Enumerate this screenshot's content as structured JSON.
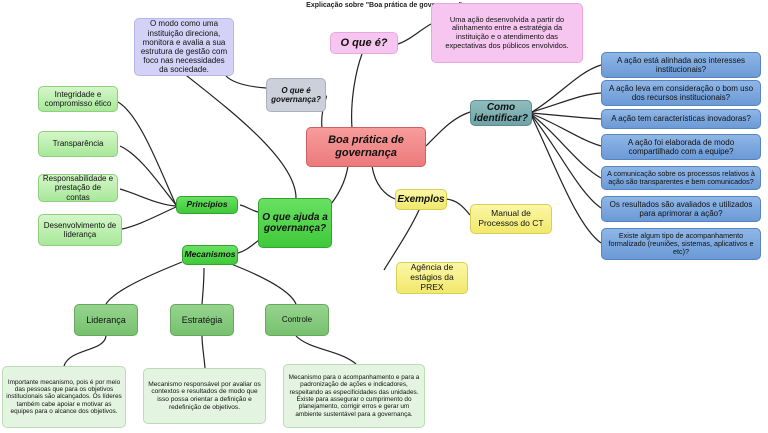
{
  "title": "Explicação sobre \"Boa prática de governança\"",
  "center": "Boa prática de governança",
  "oque_e": {
    "label": "O que é?",
    "definition": "Uma ação desenvolvida a partir do alinhamento entre a estratégia da instituição e o atendimento das expectativas dos públicos envolvidos."
  },
  "oque_e_governanca": {
    "label": "O que é governança?",
    "definition": "O modo como uma instituição direciona, monitora e avalia a sua estrutura de gestão com foco nas necessidades da sociedade."
  },
  "como_identificar": {
    "label": "Como identificar?",
    "questions": [
      "A ação está alinhada aos interesses institucionais?",
      "A ação leva em consideração o bom uso dos recursos institucionais?",
      "A ação tem características inovadoras?",
      "A ação foi elaborada de modo compartilhado com a equipe?",
      "A comunicação sobre os processos relativos à ação são transparentes e bem comunicados?",
      "Os resultados são avaliados e utilizados para aprimorar a ação?",
      "Existe algum tipo de acompanhamento formalizado (reuniões, sistemas, aplicativos e etc)?"
    ]
  },
  "exemplos": {
    "label": "Exemplos",
    "items": [
      "Manual de Processos do CT",
      "Agência de estágios da PREX"
    ]
  },
  "ajuda": {
    "label": "O que ajuda a governança?"
  },
  "principios": {
    "label": "Princípios",
    "items": [
      "Integridade e compromisso ético",
      "Transparência",
      "Responsabilidade e prestação de contas",
      "Desenvolvimento de liderança"
    ]
  },
  "mecanismos": {
    "label": "Mecanismos",
    "items": [
      {
        "name": "Liderança",
        "desc": "Importante mecanismo, pois é por meio das pessoas que para os objetivos institucionais são alcançados. Os líderes também cabe apoiar e motivar as equipes para o alcance dos objetivos."
      },
      {
        "name": "Estratégia",
        "desc": "Mecanismo responsável por avaliar os contextos e resultados de modo que isso possa orientar a definição e redefinição de objetivos."
      },
      {
        "name": "Controle",
        "desc": "Mecanismo para o acompanhamento e para a padronização de ações e indicadores, respeitando as especificidades das unidades. Existe para assegurar o cumprimento do planejamento, corrigir erros e gerar um ambiente sustentável para a governança."
      }
    ]
  }
}
